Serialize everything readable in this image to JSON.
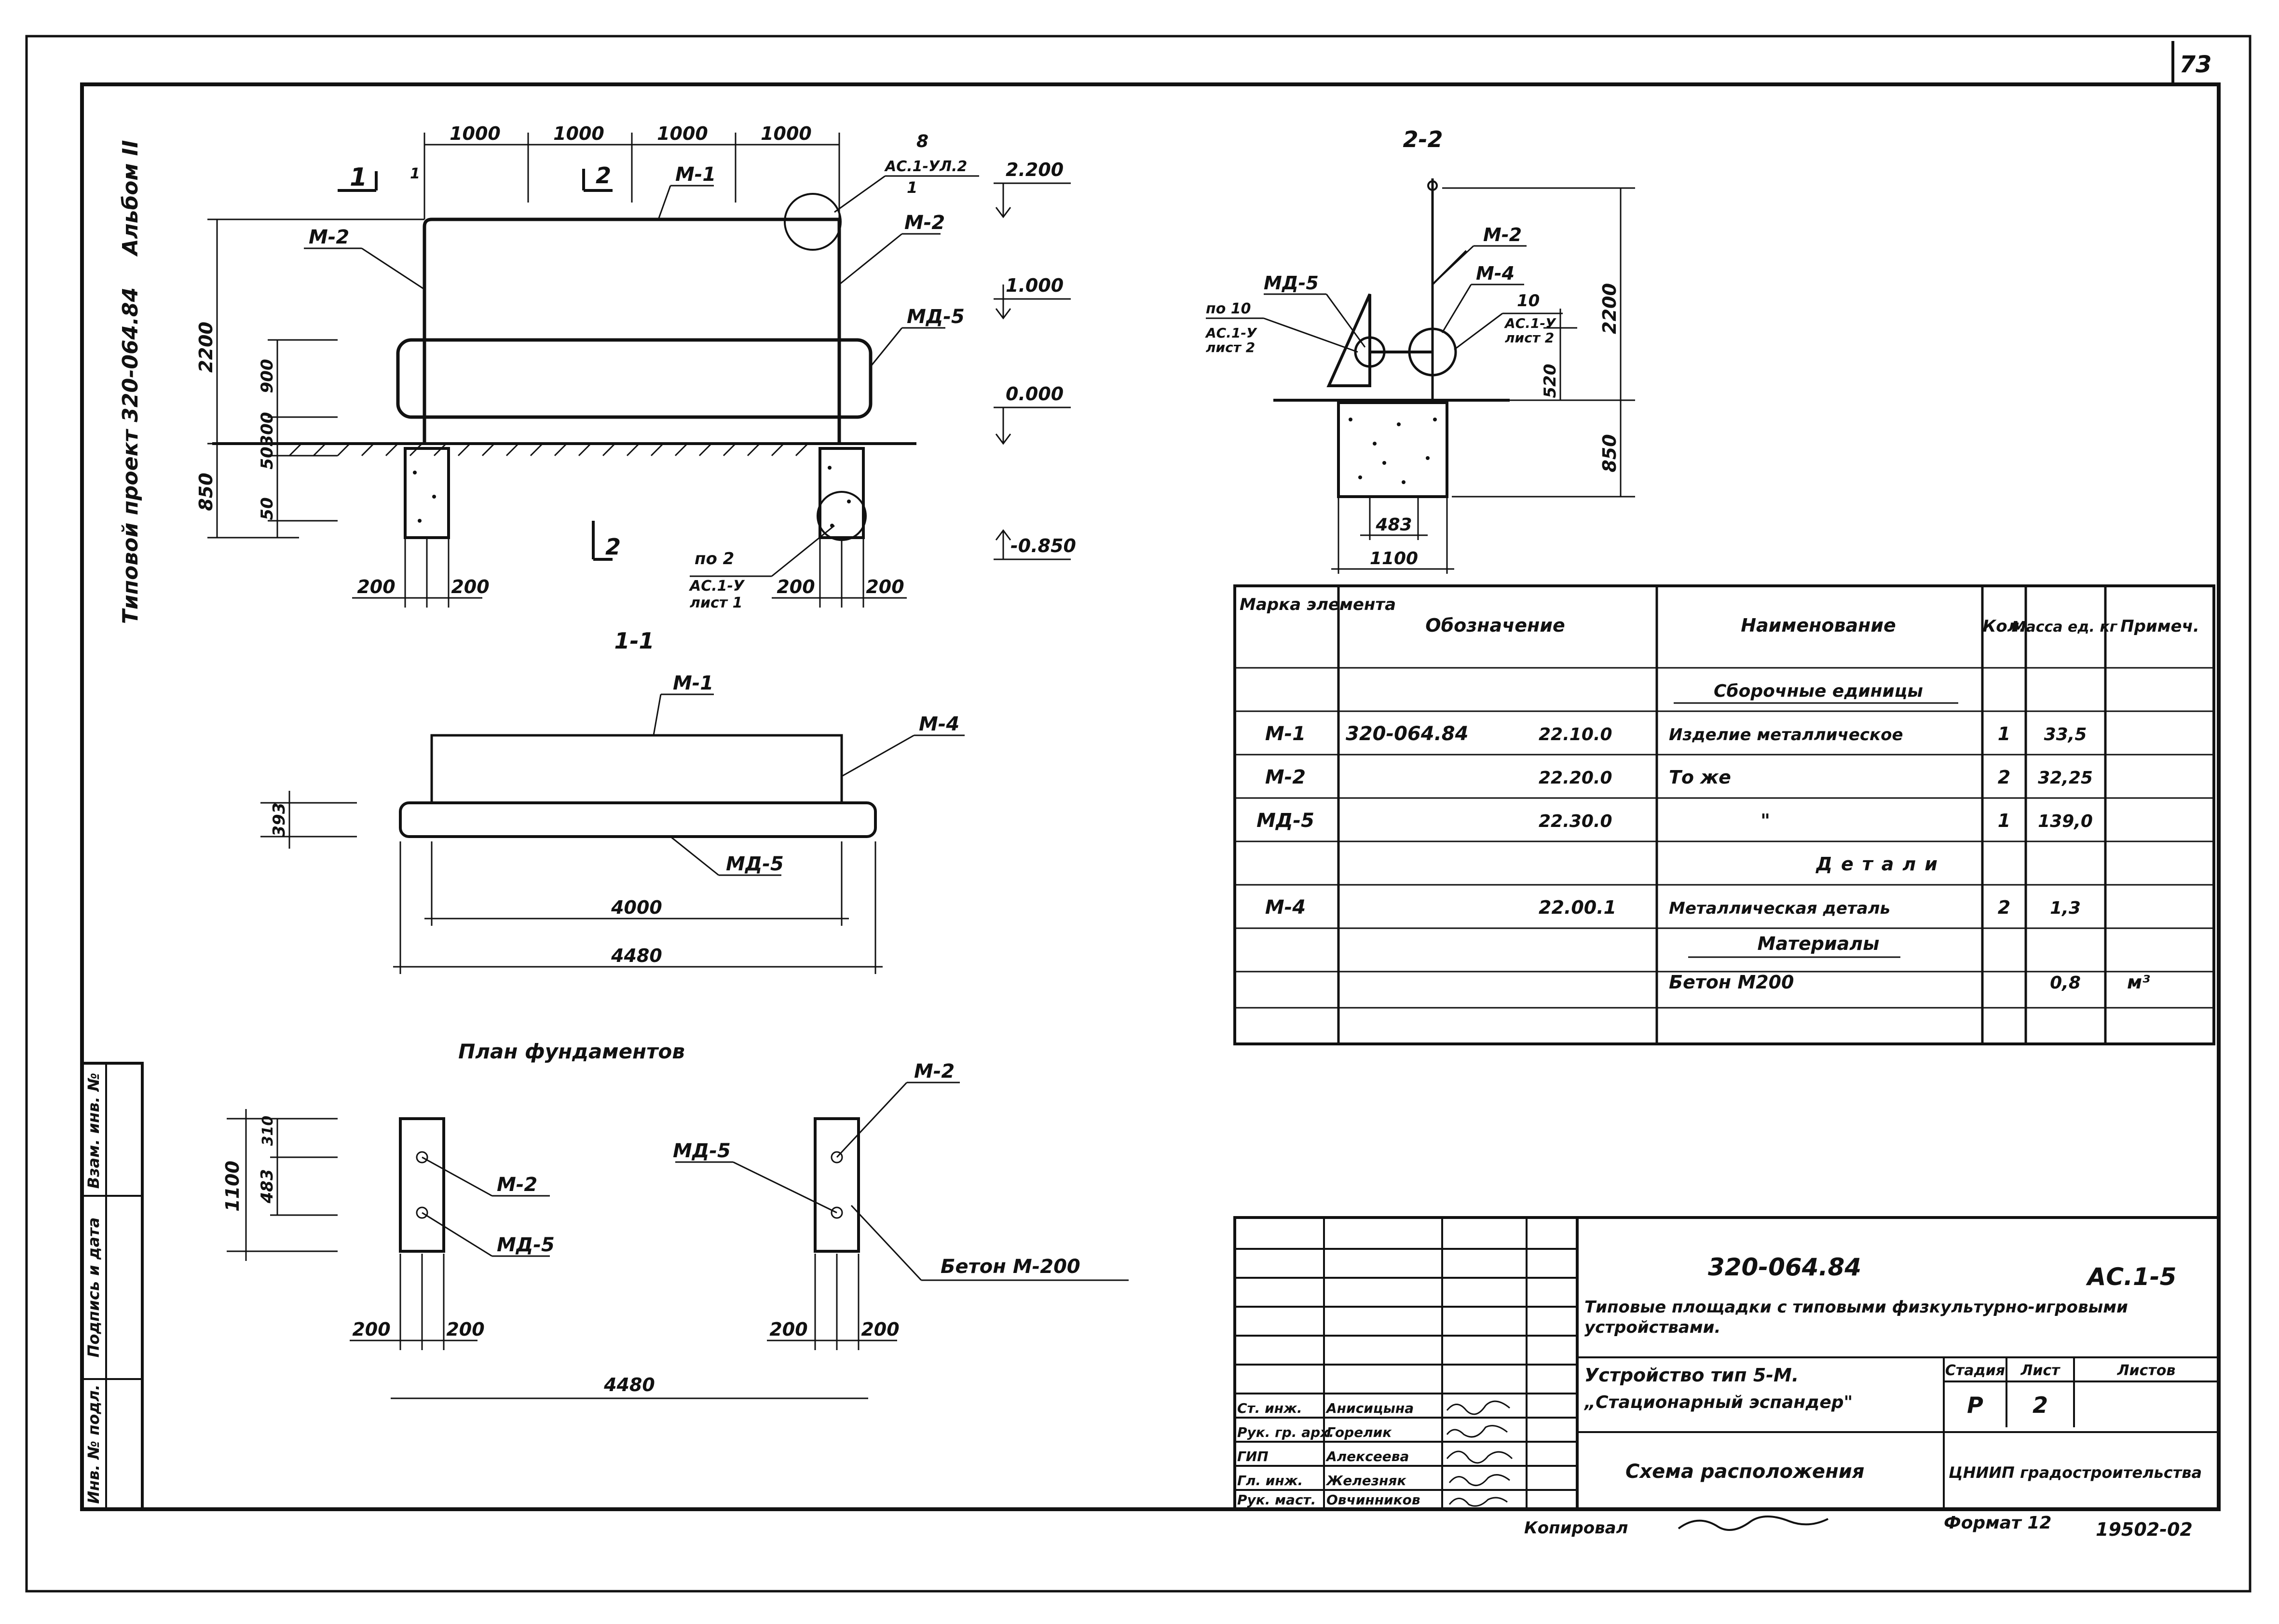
{
  "sheet": {
    "page_number": "73"
  },
  "margin": {
    "album": "Альбом II",
    "project": "Типовой проект 320-064.84",
    "stamp_cells": [
      "Инв. № подл.",
      "Подпись и дата",
      "Взам. инв. №"
    ]
  },
  "elevation": {
    "section_marks": [
      "1",
      "1",
      "2",
      "2"
    ],
    "dims_top": [
      "1000",
      "1000",
      "1000",
      "1000"
    ],
    "dims_bottom": [
      "200",
      "200",
      "200",
      "200"
    ],
    "dims_vert": [
      "2200",
      "900",
      "300",
      "50",
      "850",
      "50"
    ],
    "levels": [
      "2.200",
      "1.000",
      "0.000",
      "-0.850"
    ],
    "labels": {
      "m1": "М-1",
      "m2_left": "М-2",
      "m2_right": "М-2",
      "md5": "МД-5"
    },
    "callout_8": {
      "num": "8",
      "ref": "АС.1-УЛ.2",
      "sub": "1"
    },
    "callout_po2": {
      "num": "по 2",
      "ref": "АС.1-У",
      "sheet": "лист 1"
    }
  },
  "section22": {
    "title": "2-2",
    "labels": {
      "md5": "МД-5",
      "m2": "М-2",
      "m4": "М-4"
    },
    "callout_po10": {
      "num": "по 10",
      "ref": "АС.1-У",
      "sheet": "лист 2"
    },
    "callout_10": {
      "num": "10",
      "ref": "АС.1-У",
      "sheet": "лист 2"
    },
    "dims": [
      "2200",
      "520",
      "850",
      "483",
      "1100"
    ]
  },
  "section11": {
    "title": "1-1",
    "labels": {
      "m1": "М-1",
      "m4": "М-4",
      "md5": "МД-5"
    },
    "dims": [
      "393",
      "4000",
      "4480"
    ]
  },
  "plan": {
    "title": "План фундаментов",
    "labels": {
      "m2_a": "М-2",
      "md5_a": "МД-5",
      "md5_b": "МД-5",
      "m2_b": "М-2",
      "beton": "Бетон М-200"
    },
    "dims": [
      "1100",
      "483",
      "310",
      "200",
      "200",
      "200",
      "200",
      "4480"
    ]
  },
  "spec": {
    "headers": [
      "Марка элемента",
      "Обозначение",
      "Наименование",
      "Кол.",
      "Масса ед. кг",
      "Примеч."
    ],
    "rows": [
      {
        "mark": "",
        "code": "",
        "code2": "",
        "name": "Сборочные единицы",
        "qty": "",
        "mass": "",
        "note": ""
      },
      {
        "mark": "М-1",
        "code": "320-064.84",
        "code2": "22.10.0",
        "name": "Изделие металлическое",
        "qty": "1",
        "mass": "33,5",
        "note": ""
      },
      {
        "mark": "М-2",
        "code": "",
        "code2": "22.20.0",
        "name": "То же",
        "qty": "2",
        "mass": "32,25",
        "note": ""
      },
      {
        "mark": "МД-5",
        "code": "",
        "code2": "22.30.0",
        "name": "\"",
        "qty": "1",
        "mass": "139,0",
        "note": ""
      },
      {
        "mark": "",
        "code": "",
        "code2": "",
        "name": "Детали",
        "qty": "",
        "mass": "",
        "note": ""
      },
      {
        "mark": "М-4",
        "code": "",
        "code2": "22.00.1",
        "name": "Металлическая деталь",
        "qty": "2",
        "mass": "1,3",
        "note": ""
      },
      {
        "mark": "",
        "code": "",
        "code2": "",
        "name": "Материалы",
        "qty": "",
        "mass": "",
        "note": ""
      },
      {
        "mark": "",
        "code": "",
        "code2": "",
        "name": "Бетон М200",
        "qty": "",
        "mass": "0,8",
        "note": "м³"
      },
      {
        "mark": "",
        "code": "",
        "code2": "",
        "name": "",
        "qty": "",
        "mass": "",
        "note": ""
      }
    ]
  },
  "title_block": {
    "code": "320-064.84",
    "sheet_code": "АС.1-5",
    "project_title": "Типовые площадки с типовыми физкультурно-игровыми устройствами.",
    "device": "Устройство тип 5-М.",
    "device_name": "„Стационарный эспандер\"",
    "stage_label": "Стадия",
    "sheet_label": "Лист",
    "sheets_label": "Листов",
    "stage": "Р",
    "sheet": "2",
    "drawing_name": "Схема расположения",
    "org": "ЦНИИП градостроительства",
    "roles": [
      "Ст. инж.",
      "Рук. гр. арх.",
      "ГИП",
      "Гл. инж.",
      "Рук. маст."
    ],
    "people": [
      "Анисицына",
      "Горелик",
      "Алексеева",
      "Железняк",
      "Овчинников"
    ]
  },
  "footer": {
    "copied": "Копировал",
    "format": "Формат 12",
    "number": "19502-02"
  }
}
